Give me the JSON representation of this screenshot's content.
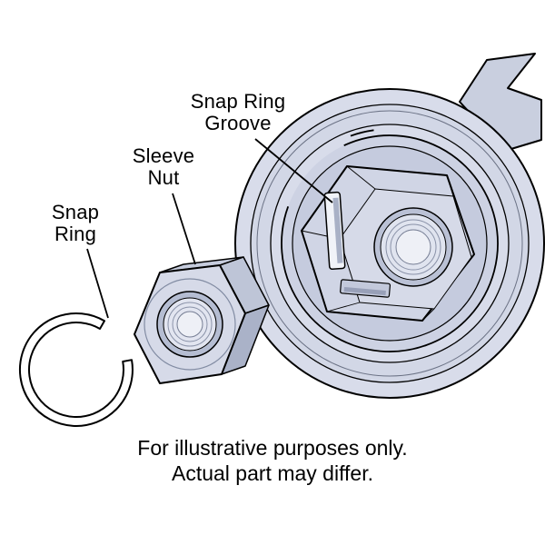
{
  "labels": {
    "snap_ring": "Snap Ring",
    "sleeve_nut": "Sleeve Nut",
    "snap_ring_groove": "Snap Ring Groove"
  },
  "footer": {
    "line1": "For illustrative purposes only.",
    "line2": "Actual part may differ."
  },
  "colors": {
    "background": "#ffffff",
    "outline": "#000000",
    "part_fill_light": "#d8dcea",
    "part_fill_mid": "#cdd3e3",
    "part_fill_dark": "#b9c0d4",
    "groove_slot_fill": "#f1f3f8"
  }
}
